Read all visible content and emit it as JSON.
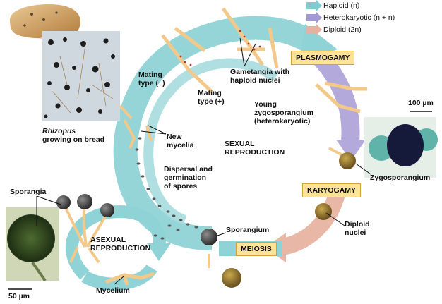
{
  "legend": {
    "items": [
      {
        "text": "Haploid (n)",
        "color": "#7fcbd0"
      },
      {
        "text": "Heterokaryotic (n + n)",
        "color": "#a49ad3"
      },
      {
        "text": "Diploid (2n)",
        "color": "#e8b0a0"
      }
    ]
  },
  "stages": {
    "plasmogamy": "PLASMOGAMY",
    "karyogamy": "KARYOGAMY",
    "meiosis": "MEIOSIS"
  },
  "labels": {
    "mating_minus": "Mating\ntype (−)",
    "mating_plus": "Mating\ntype (+)",
    "gametangia": "Gametangia with\nhaploid nuclei",
    "young_zygo": "Young\nzygosporangium\n(heterokaryotic)",
    "sexual": "SEXUAL\nREPRODUCTION",
    "new_mycelia": "New\nmycelia",
    "dispersal": "Dispersal and\ngermination\nof spores",
    "rhizopus_italic": "Rhizopus",
    "rhizopus_rest": "growing on bread",
    "sporangia": "Sporangia",
    "asexual": "ASEXUAL\nREPRODUCTION",
    "sporangium": "Sporangium",
    "mycelium": "Mycelium",
    "zygosporangium": "Zygosporangium",
    "diploid_nuclei": "Diploid\nnuclei",
    "scale_100": "100 µm",
    "scale_50": "50 µm"
  },
  "colors": {
    "haploid": "#7fcbd0",
    "heterokaryotic": "#a49ad3",
    "diploid": "#e8b0a0",
    "stage_box": "#fde398",
    "hyphae": "#f2c98a"
  }
}
